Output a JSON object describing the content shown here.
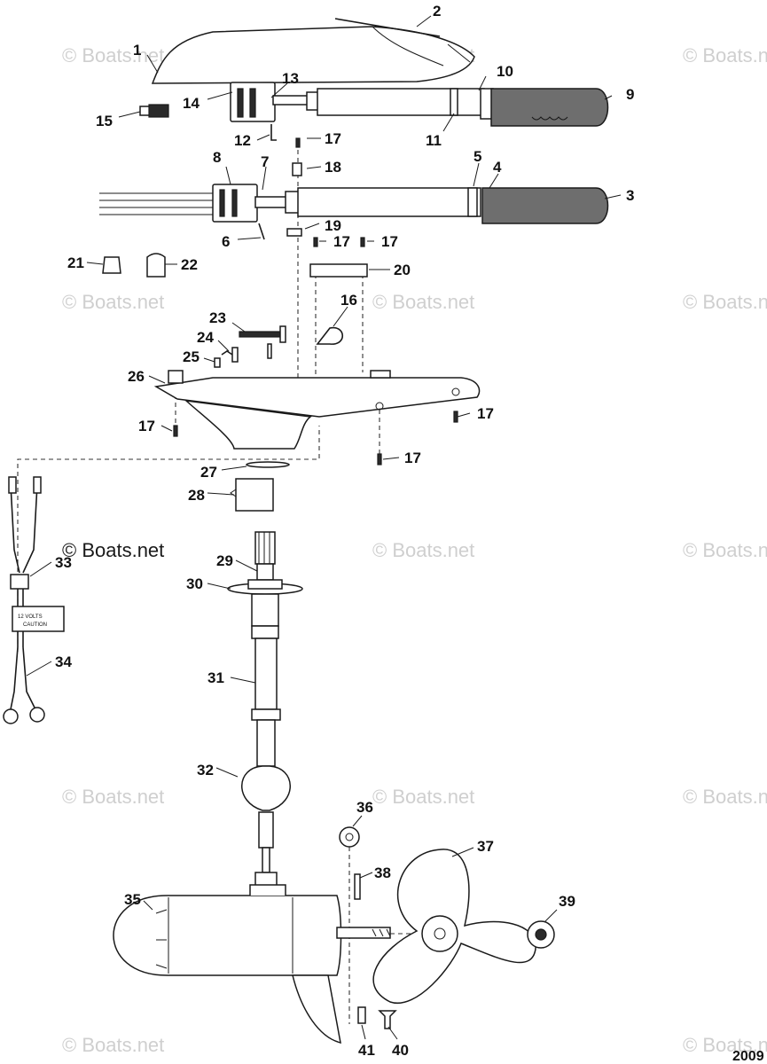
{
  "watermark": "© Boats.net",
  "caution_label": {
    "line1": "12 VOLTS",
    "line2": "CAUTION"
  },
  "year": "2009",
  "callouts": [
    "1",
    "2",
    "3",
    "4",
    "5",
    "6",
    "7",
    "8",
    "9",
    "10",
    "11",
    "12",
    "13",
    "14",
    "15",
    "16",
    "17",
    "18",
    "19",
    "20",
    "21",
    "22",
    "23",
    "24",
    "25",
    "26",
    "27",
    "28",
    "29",
    "30",
    "31",
    "32",
    "33",
    "34",
    "35",
    "36",
    "37",
    "38",
    "39",
    "40",
    "41"
  ]
}
